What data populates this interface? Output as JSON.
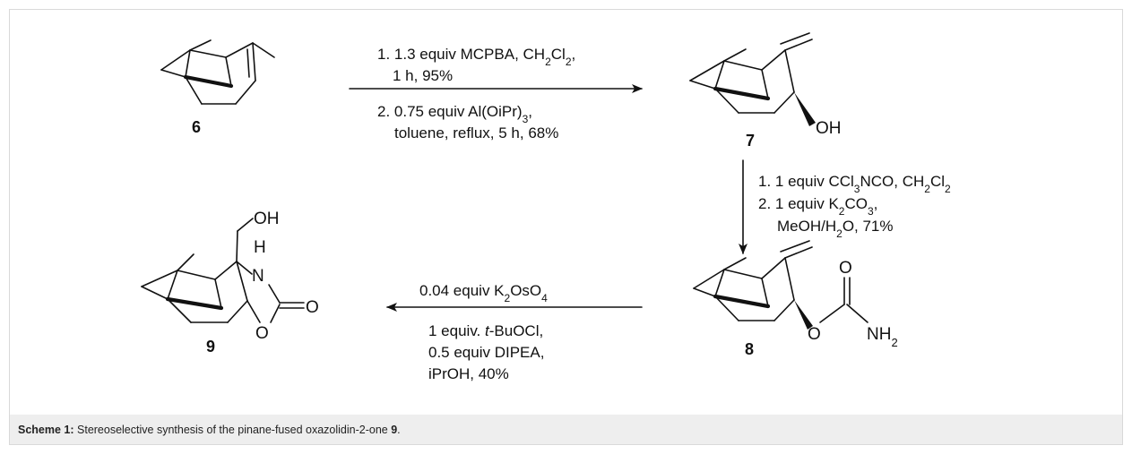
{
  "compounds": {
    "c6": {
      "label": "6"
    },
    "c7": {
      "label": "7",
      "oh": "OH"
    },
    "c8": {
      "label": "8",
      "o_carbonyl": "O",
      "o_ester": "O",
      "nh": "NH",
      "sub2": "2"
    },
    "c9": {
      "label": "9",
      "oh": "OH",
      "h": "H",
      "n": "N",
      "o_carbonyl": "O",
      "o_ring": "O"
    }
  },
  "step1": {
    "l1a": "1. 1.3 equiv MCPBA, CH",
    "l1sub": "2",
    "l1b": "Cl",
    "l1sub2": "2",
    "l1c": ",",
    "l2": "1 h, 95%",
    "l3a": "2. 0.75 equiv Al(OiPr)",
    "l3sub": "3",
    "l3b": ",",
    "l4": "toluene, reflux, 5 h, 68%"
  },
  "step2": {
    "l1a": "1. 1 equiv CCl",
    "l1sub": "3",
    "l1b": "NCO, CH",
    "l1sub2": "2",
    "l1c": "Cl",
    "l1sub3": "2",
    "l2a": "2. 1 equiv K",
    "l2sub": "2",
    "l2b": "CO",
    "l2sub2": "3",
    "l2c": ",",
    "l3a": "MeOH/H",
    "l3sub": "2",
    "l3b": "O, 71%"
  },
  "step3": {
    "l1a": "0.04 equiv K",
    "l1sub": "2",
    "l1b": "OsO",
    "l1sub2": "4",
    "l2a": "1 equiv. ",
    "l2i": "t",
    "l2b": "-BuOCl,",
    "l3": "0.5 equiv DIPEA,",
    "l4": "iPrOH, 40%"
  },
  "caption": {
    "prefix": "Scheme 1:",
    "text": " Stereoselective synthesis of the pinane-fused oxazolidin-2-one ",
    "num": "9",
    "end": "."
  }
}
